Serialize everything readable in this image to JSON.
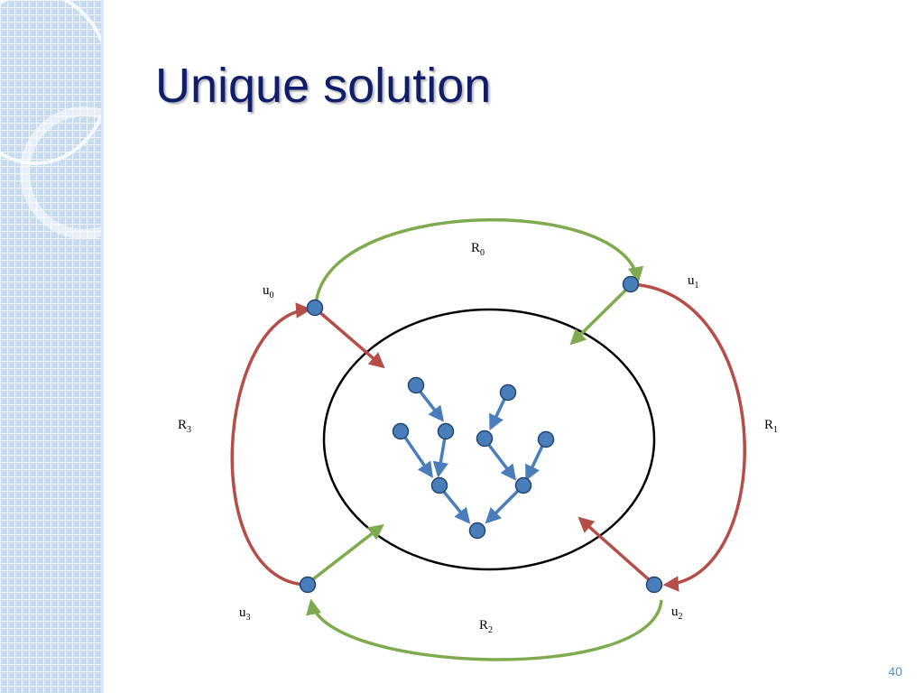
{
  "slide": {
    "title": "Unique solution",
    "page_number": "40"
  },
  "diagram": {
    "nodes": [
      {
        "label": "u",
        "sub": "0"
      },
      {
        "label": "u",
        "sub": "1"
      },
      {
        "label": "u",
        "sub": "2"
      },
      {
        "label": "u",
        "sub": "3"
      }
    ],
    "regions": [
      {
        "label": "R",
        "sub": "0"
      },
      {
        "label": "R",
        "sub": "1"
      },
      {
        "label": "R",
        "sub": "2"
      },
      {
        "label": "R",
        "sub": "3"
      }
    ],
    "colors": {
      "node_fill": "#4a7ebb",
      "node_stroke": "#1f4670",
      "green_arrow": "#7fab4e",
      "red_arrow": "#b54d48",
      "blue_arrow": "#4a7ebb",
      "ellipse": "#000000"
    }
  }
}
